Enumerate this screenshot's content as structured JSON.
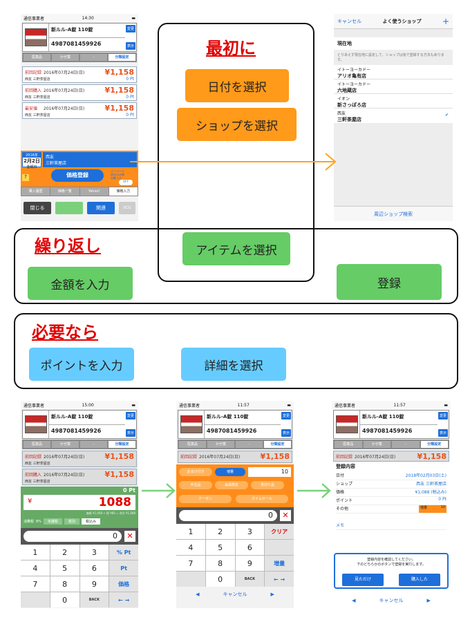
{
  "phone_top": {
    "status_carrier": "通信事業者",
    "status_time": "14:30",
    "product_name": "新ルル-A錠 110錠",
    "product_code": "4987081459926",
    "btn_change": "変更",
    "btn_show": "表示",
    "cats": [
      "医薬品",
      "かぜ薬",
      "-",
      "分類設定"
    ],
    "history": [
      {
        "tag": "前回記録",
        "date": "2016年07月24日(日)",
        "shop": "西友 三軒茶屋店",
        "price": "¥1,158",
        "pt": "0 Pt"
      },
      {
        "tag": "前回購入",
        "date": "2016年07月24日(日)",
        "shop": "西友 三軒茶屋店",
        "price": "¥1,158",
        "pt": "0 Pt"
      },
      {
        "tag": "最安値",
        "date": "2016年07月24日(日)",
        "shop": "西友 三軒茶屋店",
        "price": "¥1,158",
        "pt": "0 Pt"
      }
    ],
    "date_year": "2016年",
    "date_day": "2月2日",
    "date_week": "金曜日",
    "shop_line1": "西友",
    "shop_line2": "三軒茶屋店",
    "register": "価格登録",
    "q": "?",
    "side1": "バーコード",
    "side2": "読み込み後",
    "side3": "自動入力",
    "off": "OFF",
    "tabs": [
      "購入履歴",
      "価格一覧",
      "Yahoo!",
      "価格入力"
    ],
    "close": "閉じる",
    "related": "関連",
    "ocg": "OCG"
  },
  "shop_phone": {
    "cancel": "キャンセル",
    "title": "よく使うショップ",
    "plus": "+",
    "section": "現在地",
    "note": "とりあえず現在地に設定して、ショップは後で登録する方法もあります。",
    "shops": [
      {
        "l1": "イトーヨーカドー",
        "l2": "アリオ亀有店"
      },
      {
        "l1": "イトーヨーカドー",
        "l2": "六地蔵店"
      },
      {
        "l1": "イオン",
        "l2": "新さっぽろ店"
      },
      {
        "l1": "西友",
        "l2": "三軒茶屋店"
      }
    ],
    "check": "✔",
    "search": "周辺ショップ検索"
  },
  "labels": {
    "first": "最初に",
    "repeat": "繰り返し",
    "needed": "必要なら",
    "select_date": "日付を選択",
    "select_shop": "ショップを選択",
    "select_item": "アイテムを選択",
    "input_amount": "金額を入力",
    "register": "登録",
    "input_point": "ポイントを入力",
    "select_detail": "詳細を選択"
  },
  "bottom": {
    "carrier": "通信事業者",
    "time1": "15:00",
    "time2": "11:57",
    "time3": "11:57",
    "pt_label": "0 Pt",
    "yen": "¥",
    "amount": "1088",
    "calc": "価格 ¥1,008 + 税 ¥80 = 合計 ¥1,088",
    "tax_label": "消費税",
    "tax_rate": "8%",
    "tax_opts": [
      "未課税",
      "税別",
      "税込み"
    ],
    "display": "0",
    "x": "✕",
    "keys1": [
      "1",
      "2",
      "3",
      "% Pt",
      "4",
      "5",
      "6",
      "Pt",
      "7",
      "8",
      "9",
      "価格",
      "",
      "0",
      "BACK",
      "← →"
    ],
    "keys2": [
      "1",
      "2",
      "3",
      "クリア",
      "4",
      "5",
      "6",
      "",
      "7",
      "8",
      "9",
      "増量",
      "",
      "0",
      "BACK",
      "← →"
    ],
    "nav_prev": "◀",
    "nav_cancel": "キャンセル",
    "nav_next": "▶",
    "opts": [
      "おまけ付き",
      "増量",
      "中古品",
      "会員限定",
      "見切り品",
      "クーポン",
      "タイムセール"
    ],
    "opt_value": "10",
    "reg_title": "登録内容",
    "reg_rows": [
      [
        "日付",
        "2018年02月03日(土)"
      ],
      [
        "ショップ",
        "西友 三軒茶屋店"
      ],
      [
        "価格",
        "¥1,088 (税込み)"
      ],
      [
        "ポイント",
        "0 Pt"
      ],
      [
        "その他",
        ""
      ]
    ],
    "other_tag": "増量",
    "other_val": "10",
    "memo": "メモ",
    "confirm1": "登録内容を確認してください。",
    "confirm2": "下のどちらかのボタンで登録を実行します。",
    "just_look": "見ただけ",
    "bought": "購入した"
  }
}
